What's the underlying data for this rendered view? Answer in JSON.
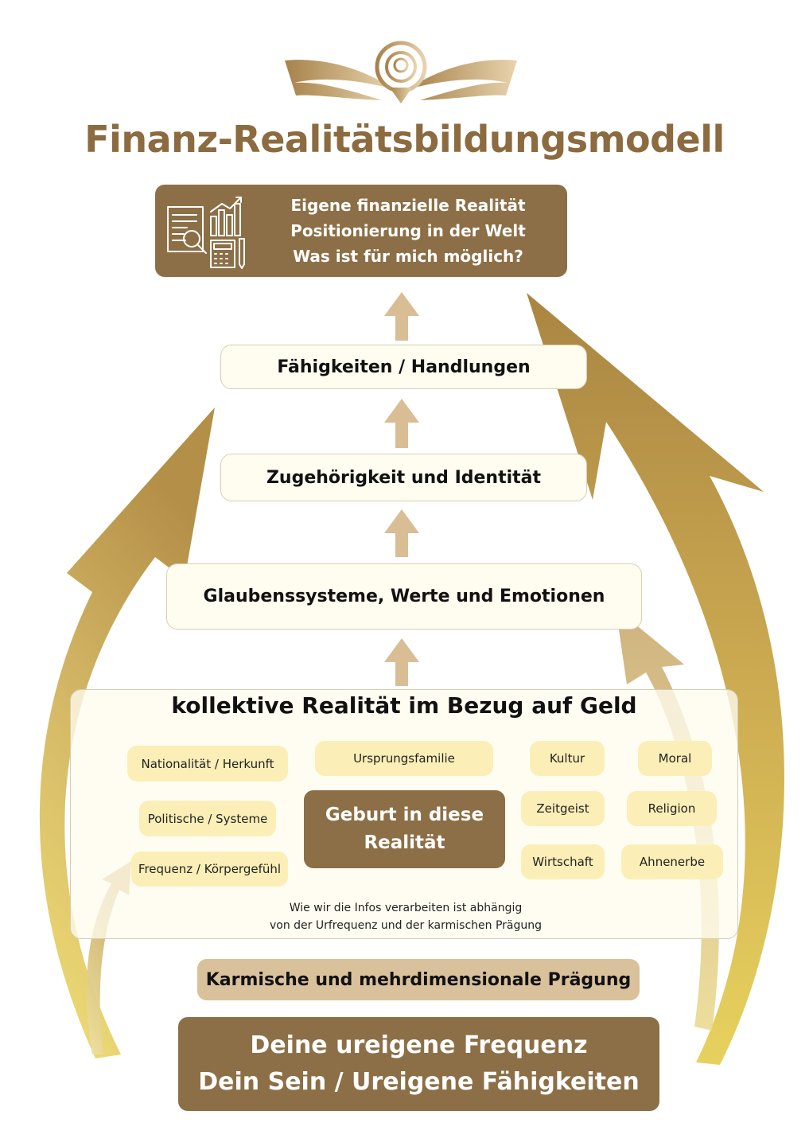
{
  "title": "Finanz-Realitätsbildungsmodell",
  "colors": {
    "brand_brown": "#8c6f46",
    "gold": "#b0893e",
    "light_gold": "#e6d36a",
    "chip_yellow": "#fbefb7",
    "karma_tan": "#d9c19b"
  },
  "icons": [
    "winged-logo-icon",
    "finance-report-icon",
    "up-arrow-icon"
  ],
  "top_box": {
    "lines": [
      "Eigene finanzielle Realität",
      "Positionierung in der Welt",
      "Was ist für mich möglich?"
    ]
  },
  "levels": {
    "faehigkeiten": "Fähigkeiten / Handlungen",
    "zugehoerigkeit": "Zugehörigkeit und Identität",
    "glaubenssysteme": "Glaubenssysteme, Werte und Emotionen"
  },
  "collective": {
    "title": "kollektive Realität im Bezug auf Geld",
    "chips": {
      "nationalitaet": "Nationalität / Herkunft",
      "ursprungsfamilie": "Ursprungsfamilie",
      "kultur": "Kultur",
      "moral": "Moral",
      "politische": "Politische / Systeme",
      "zeitgeist": "Zeitgeist",
      "religion": "Religion",
      "frequenz": "Frequenz / Körpergefühl",
      "wirtschaft": "Wirtschaft",
      "ahnenerbe": "Ahnenerbe"
    },
    "birth": [
      "Geburt in diese",
      "Realität"
    ],
    "note": [
      "Wie wir die Infos verarbeiten ist abhängig",
      "von der Urfrequenz und der karmischen Prägung"
    ]
  },
  "karma": "Karmische und mehrdimensionale Prägung",
  "bottom": [
    "Deine ureigene Frequenz",
    "Dein Sein / Ureigene Fähigkeiten"
  ]
}
